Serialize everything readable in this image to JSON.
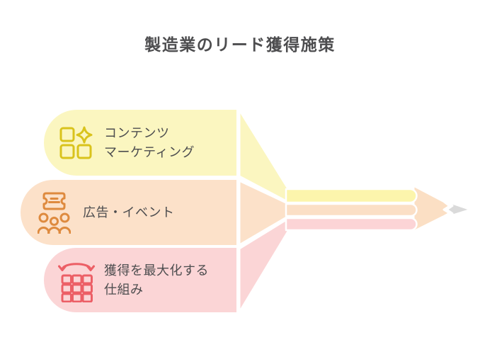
{
  "title": "製造業のリード獲得施策",
  "text_color": "#4d4d4f",
  "bands": [
    {
      "label": "コンテンツ\nマーケティング",
      "icon": "grid-sparkle-icon",
      "color": "#FBF6C0",
      "strip_color": "#FCF5AC",
      "icon_color": "#D9C31C"
    },
    {
      "label": "広告・イベント",
      "icon": "ticket-people-icon",
      "color": "#FCE1C9",
      "strip_color": "#FBDFC6",
      "icon_color": "#DE8A3E"
    },
    {
      "label": "獲得を最大化する\n仕組み",
      "icon": "columns-distribute-icon",
      "color": "#FBD5D6",
      "strip_color": "#FCD4D6",
      "icon_color": "#EC5F66"
    }
  ],
  "pencil": {
    "icon": "pencil-arrow",
    "cone_color": "#FBDFC4",
    "tip_color": "#DADADA"
  }
}
